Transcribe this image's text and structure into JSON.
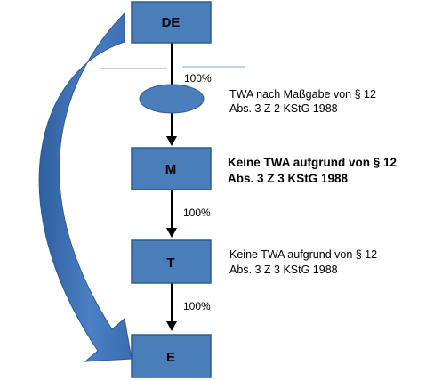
{
  "diagram": {
    "colors": {
      "box_fill": "#4a7ebb",
      "box_stroke": "#2e5b8f",
      "arc_fill": "#3f72b4",
      "separator": "#7fa6d4",
      "arrow": "#000000"
    },
    "nodes": [
      {
        "id": "de",
        "label": "DE"
      },
      {
        "id": "m",
        "label": "M"
      },
      {
        "id": "t",
        "label": "T"
      },
      {
        "id": "e",
        "label": "E"
      }
    ],
    "connectors": [
      {
        "from": "de",
        "to": "m",
        "label": "100%"
      },
      {
        "from": "m",
        "to": "t",
        "label": "100%"
      },
      {
        "from": "t",
        "to": "e",
        "label": "100%"
      }
    ],
    "notes": {
      "ellipse": [
        "TWA nach Maßgabe von § 12",
        "Abs. 3 Z 2 KStG 1988"
      ],
      "m": [
        "Keine TWA aufgrund von § 12",
        "Abs. 3 Z 3 KStG 1988"
      ],
      "t": [
        "Keine TWA aufgrund von § 12",
        "Abs. 3 Z 3 KStG 1988"
      ]
    }
  }
}
